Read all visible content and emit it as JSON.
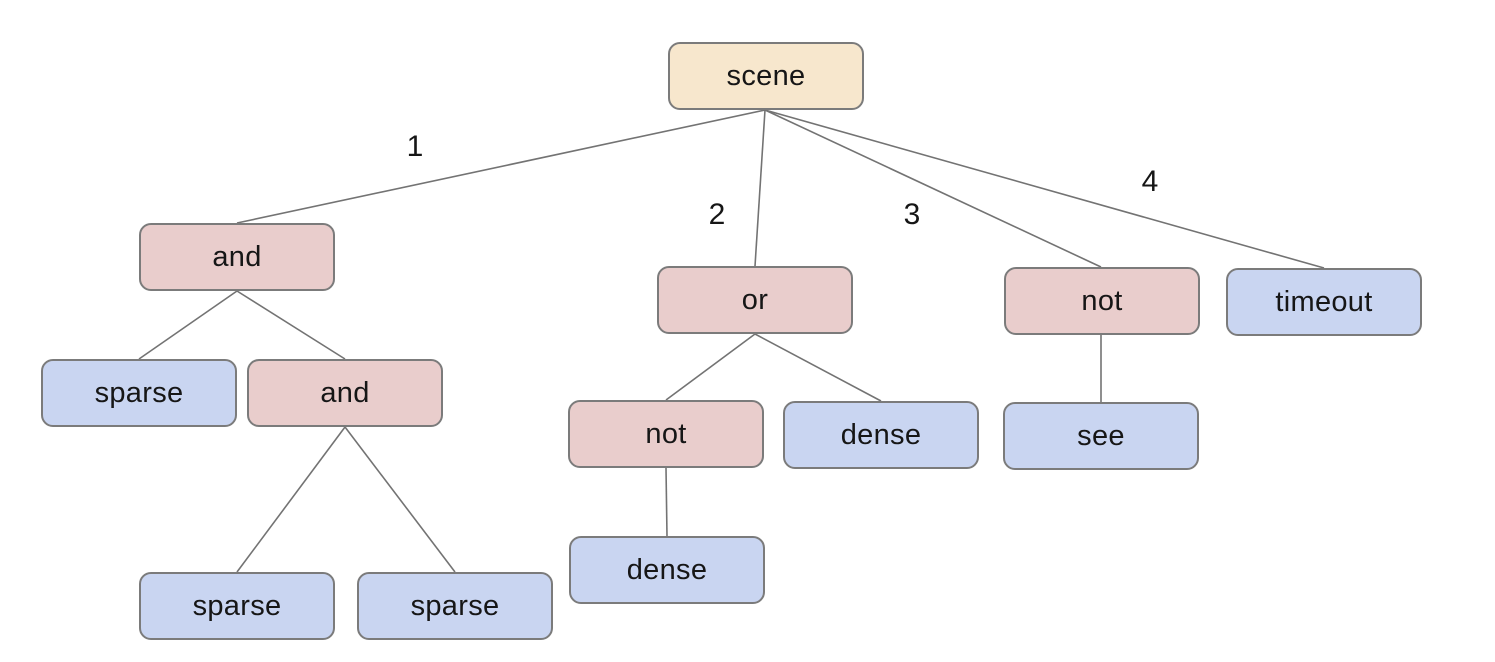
{
  "colors": {
    "root_fill": "#f7e7cd",
    "operator_fill": "#e9cdcc",
    "leaf_fill": "#c9d5f1",
    "border": "#7b7b7b",
    "edge": "#737373",
    "background": "#ffffff",
    "text": "#161616"
  },
  "nodes": {
    "scene": {
      "label": "scene",
      "type": "root"
    },
    "and1": {
      "label": "and",
      "type": "operator"
    },
    "or1": {
      "label": "or",
      "type": "operator"
    },
    "not1": {
      "label": "not",
      "type": "operator"
    },
    "timeout": {
      "label": "timeout",
      "type": "leaf"
    },
    "sparse1": {
      "label": "sparse",
      "type": "leaf"
    },
    "and2": {
      "label": "and",
      "type": "operator"
    },
    "not2": {
      "label": "not",
      "type": "operator"
    },
    "dense1": {
      "label": "dense",
      "type": "leaf"
    },
    "see": {
      "label": "see",
      "type": "leaf"
    },
    "dense2": {
      "label": "dense",
      "type": "leaf"
    },
    "sparse2": {
      "label": "sparse",
      "type": "leaf"
    },
    "sparse3": {
      "label": "sparse",
      "type": "leaf"
    }
  },
  "edge_labels": [
    "1",
    "2",
    "3",
    "4"
  ],
  "tree": {
    "root": "scene",
    "children": [
      {
        "edge": "1",
        "node": "and",
        "children": [
          {
            "node": "sparse"
          },
          {
            "node": "and",
            "children": [
              {
                "node": "sparse"
              },
              {
                "node": "sparse"
              }
            ]
          }
        ]
      },
      {
        "edge": "2",
        "node": "or",
        "children": [
          {
            "node": "not",
            "children": [
              {
                "node": "dense"
              }
            ]
          },
          {
            "node": "dense"
          }
        ]
      },
      {
        "edge": "3",
        "node": "not",
        "children": [
          {
            "node": "see"
          }
        ]
      },
      {
        "edge": "4",
        "node": "timeout"
      }
    ]
  }
}
